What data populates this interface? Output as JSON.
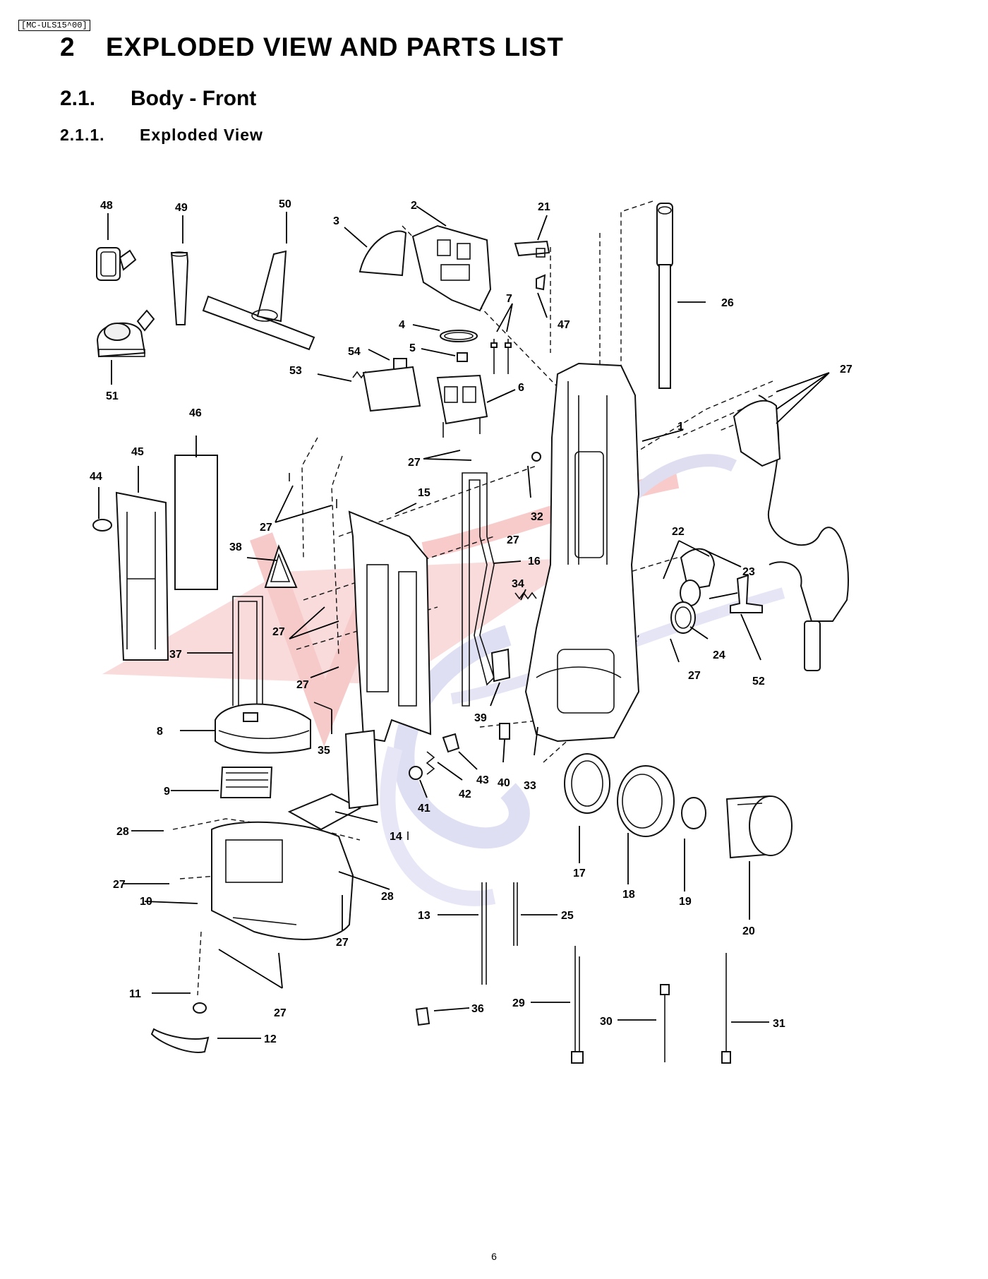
{
  "model_code": "[MC-ULS15^00]",
  "heading": {
    "number": "2",
    "title": "EXPLODED VIEW AND PARTS LIST"
  },
  "section": {
    "number": "2.1.",
    "title": "Body - Front"
  },
  "subsection": {
    "number": "2.1.1.",
    "title": "Exploded View"
  },
  "watermark": "Vacuums R-US AND Sewing Etc",
  "callouts": [
    "1",
    "2",
    "3",
    "4",
    "5",
    "6",
    "7",
    "8",
    "9",
    "10",
    "11",
    "12",
    "13",
    "14",
    "15",
    "16",
    "17",
    "18",
    "19",
    "20",
    "21",
    "22",
    "23",
    "24",
    "25",
    "26",
    "27",
    "28",
    "29",
    "30",
    "31",
    "32",
    "33",
    "34",
    "35",
    "36",
    "37",
    "38",
    "39",
    "40",
    "41",
    "42",
    "43",
    "44",
    "45",
    "46",
    "47",
    "48",
    "49",
    "50",
    "51",
    "52",
    "53",
    "54"
  ],
  "page_number": "6"
}
